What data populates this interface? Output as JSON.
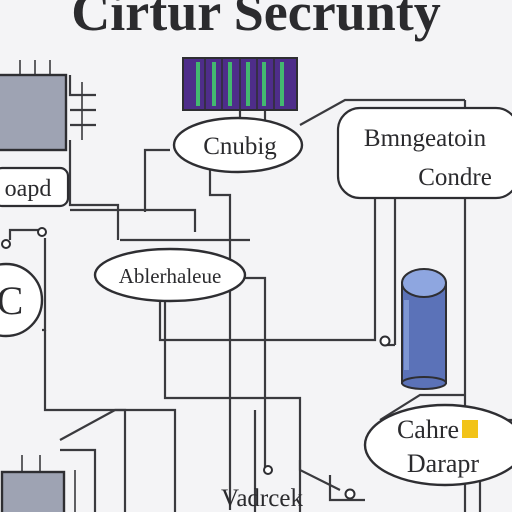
{
  "title": "Cirtur Secrunty",
  "labels": {
    "top_bubble": "Cnubig",
    "right_box_line1": "Bmngeatoin",
    "right_box_line2": "Condre",
    "left_tag": "oapd",
    "mid_bubble": "Ablerhaleue",
    "left_circle": "C",
    "bottom_right_line1": "Cahre",
    "bottom_right_line2": "Darapr",
    "bottom_label": "Vadrcek"
  },
  "colors": {
    "background": "#f4f4f6",
    "ink": "#2e2e32",
    "chip_fill": "#9ea3b3",
    "rack_fill": "#4e2d8a",
    "rack_stripe": "#43b870",
    "cylinder_fill": "#5b72b8",
    "cylinder_top": "#8ea6e0",
    "highlight": "#f2c318"
  }
}
